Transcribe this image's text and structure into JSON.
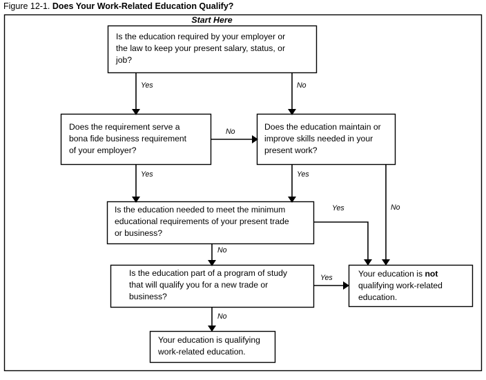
{
  "figure": {
    "number": "Figure 12-1.",
    "title": "Does Your Work-Related Education Qualify?",
    "start_label": "Start Here"
  },
  "colors": {
    "ink": "#000000",
    "paper": "#ffffff"
  },
  "chart_data": {
    "type": "diagram",
    "title": "Does Your Work-Related Education Qualify?",
    "nodes": [
      {
        "id": "q1",
        "kind": "decision",
        "lines": [
          "Is the education required by your employer or",
          "the law to keep your present salary, status, or",
          "job?"
        ]
      },
      {
        "id": "q2",
        "kind": "decision",
        "lines": [
          "Does the requirement serve a",
          "bona fide business requirement",
          "of your employer?"
        ]
      },
      {
        "id": "q3",
        "kind": "decision",
        "lines": [
          "Does the education maintain or",
          "improve skills needed in your",
          "present work?"
        ]
      },
      {
        "id": "q4",
        "kind": "decision",
        "lines": [
          "Is the education needed to meet the minimum",
          "educational requirements of your present trade",
          "or business?"
        ]
      },
      {
        "id": "q5",
        "kind": "decision",
        "lines": [
          "Is the education part of a program of study",
          "that will qualify you for a new trade or",
          "business?"
        ]
      },
      {
        "id": "out_not",
        "kind": "outcome",
        "lines": [
          "Your education is not",
          "qualifying work-related",
          "education."
        ],
        "emphasis": "not"
      },
      {
        "id": "out_yes",
        "kind": "outcome",
        "lines": [
          "Your education is qualifying",
          "work-related education."
        ]
      }
    ],
    "edges": [
      {
        "from": "q1",
        "to": "q2",
        "label": "Yes"
      },
      {
        "from": "q1",
        "to": "q3",
        "label": "No"
      },
      {
        "from": "q2",
        "to": "q3",
        "label": "No"
      },
      {
        "from": "q2",
        "to": "q4",
        "label": "Yes"
      },
      {
        "from": "q3",
        "to": "q4",
        "label": "Yes"
      },
      {
        "from": "q3",
        "to": "out_not",
        "label": "No"
      },
      {
        "from": "q4",
        "to": "out_not",
        "label": "Yes"
      },
      {
        "from": "q4",
        "to": "q5",
        "label": "No"
      },
      {
        "from": "q5",
        "to": "out_not",
        "label": "Yes"
      },
      {
        "from": "q5",
        "to": "out_yes",
        "label": "No"
      }
    ],
    "edge_labels": {
      "q1_yes": "Yes",
      "q1_no": "No",
      "q2_no": "No",
      "q2_yes": "Yes",
      "q3_yes": "Yes",
      "q3_no": "No",
      "q4_yes": "Yes",
      "q4_no": "No",
      "q5_yes": "Yes",
      "q5_no": "No"
    },
    "box_text": {
      "q1_l1": "Is the education required by your employer or",
      "q1_l2": "the law to keep your present salary, status, or",
      "q1_l3": "job?",
      "q2_l1": "Does the requirement serve a",
      "q2_l2": "bona fide business requirement",
      "q2_l3": "of your employer?",
      "q3_l1": "Does the education maintain or",
      "q3_l2": "improve skills needed in your",
      "q3_l3": "present work?",
      "q4_l1": "Is the education needed to meet the minimum",
      "q4_l2": "educational requirements of your present trade",
      "q4_l3": "or business?",
      "q5_l1": "Is the education part of a program of study",
      "q5_l2": "that will qualify you for a new trade or",
      "q5_l3": "business?",
      "not_l1a": "Your education is ",
      "not_l1b": "not",
      "not_l2": "qualifying work-related",
      "not_l3": "education.",
      "yes_l1": "Your education is qualifying",
      "yes_l2": "work-related education."
    }
  }
}
